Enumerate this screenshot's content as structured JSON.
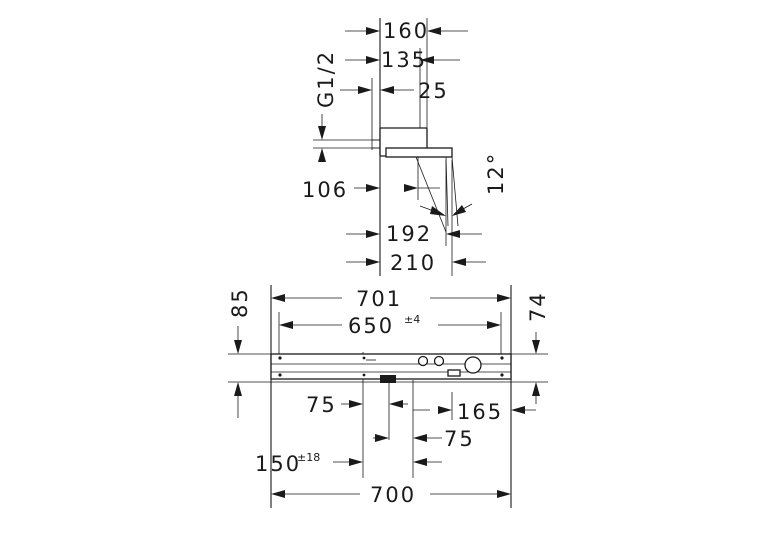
{
  "top_view": {
    "dims": {
      "width_160": "160",
      "width_135": "135",
      "thread": "G1/2",
      "width_25": "25",
      "width_106": "106",
      "angle": "12°",
      "width_192": "192",
      "width_210": "210"
    }
  },
  "front_view": {
    "dims": {
      "width_701": "701",
      "width_650": "650",
      "width_650_tol": "±4",
      "height_85": "85",
      "height_74": "74",
      "offset_75_left": "75",
      "offset_165": "165",
      "offset_75_right": "75",
      "offset_150": "150",
      "offset_150_tol": "±18",
      "width_700": "700"
    }
  }
}
